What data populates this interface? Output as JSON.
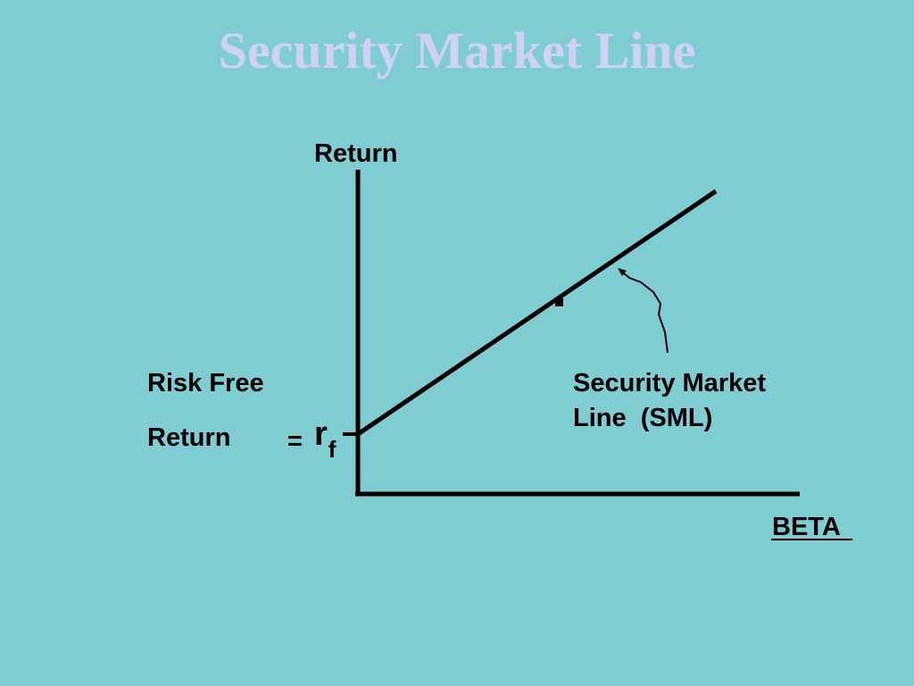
{
  "slide": {
    "title": "Security Market Line",
    "colors": {
      "background": "#7fcdd3",
      "title": "#cfd0f8",
      "line": "#000000"
    }
  },
  "diagram": {
    "y_axis_label": "Return",
    "x_axis_label": "BETA",
    "risk_free_label_line1": "Risk Free",
    "risk_free_label_line2": "Return",
    "equals_sign": "=",
    "rf_symbol": "r",
    "rf_subscript": "f",
    "sml_label_line1": "Security Market",
    "sml_label_line2": "Line  (SML)"
  }
}
